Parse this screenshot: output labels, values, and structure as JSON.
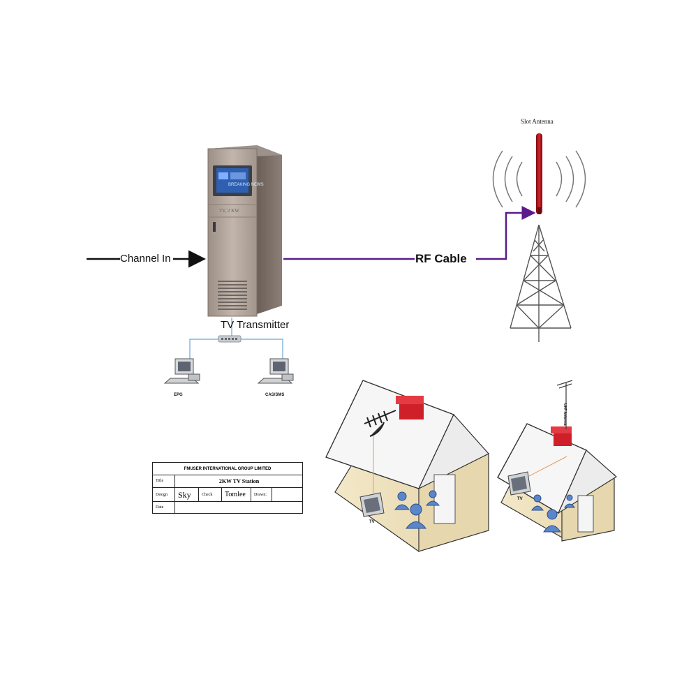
{
  "labels": {
    "channel_in": "Channel In",
    "tv_transmitter": "TV Transmitter",
    "rf_cable": "RF Cable",
    "slot_antenna": "Slot Antenna",
    "epg": "EPG",
    "cas_sms": "CAS/SMS",
    "tv_house1": "TV",
    "tv_house2": "TV",
    "uhf_antenna": "UHF Antenna",
    "screen_text": "BREAKING NEWS",
    "cabinet_brand": "TV, 2 KW"
  },
  "title_block": {
    "company": "FMUSER INTERNATIONAL GROUP LIMITED",
    "title_label": "Title",
    "title_value": "2KW TV Station",
    "design_label": "Design",
    "design_value": "Sky",
    "check_label": "Check",
    "check_value": "Tomlee",
    "drawn_label": "Drawn:",
    "date_label": "Date"
  },
  "colors": {
    "rf_cable": "#5b1b8a",
    "signal_line": "#111111",
    "cabinet": "#8a7a6e",
    "cabinet_front": "#b7a89c",
    "antenna": "#c0141a",
    "tower": "#555555",
    "house_wall": "#efe2bf",
    "house_roof": "#f4f4f4",
    "chimney": "#d8202b",
    "people": "#5b86c9",
    "lan_line": "#6aa6d8"
  }
}
